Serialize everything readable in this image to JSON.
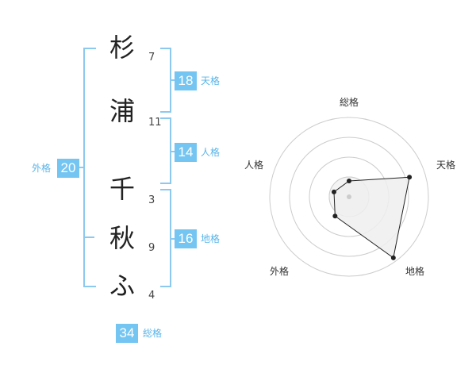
{
  "name": {
    "chars": [
      {
        "char": "杉",
        "strokes": "7"
      },
      {
        "char": "浦",
        "strokes": "11"
      },
      {
        "char": "千",
        "strokes": "3"
      },
      {
        "char": "秋",
        "strokes": "9"
      },
      {
        "char": "ふ",
        "strokes": "4"
      }
    ]
  },
  "fortune": {
    "tenkaku": {
      "value": "18",
      "label": "天格"
    },
    "jinkaku": {
      "value": "14",
      "label": "人格"
    },
    "chikaku": {
      "value": "16",
      "label": "地格"
    },
    "gaikaku": {
      "value": "20",
      "label": "外格"
    },
    "soukaku": {
      "value": "34",
      "label": "総格"
    }
  },
  "chart_data": {
    "type": "radar",
    "axes": [
      "総格",
      "天格",
      "地格",
      "外格",
      "人格"
    ],
    "values": [
      0.2,
      0.8,
      0.95,
      0.3,
      0.2
    ],
    "max": 1,
    "rings": 4,
    "grid": true,
    "colors": {
      "line": "#222222",
      "fill": "#eeeeee",
      "grid": "#cccccc",
      "center": "#cccccc"
    }
  }
}
